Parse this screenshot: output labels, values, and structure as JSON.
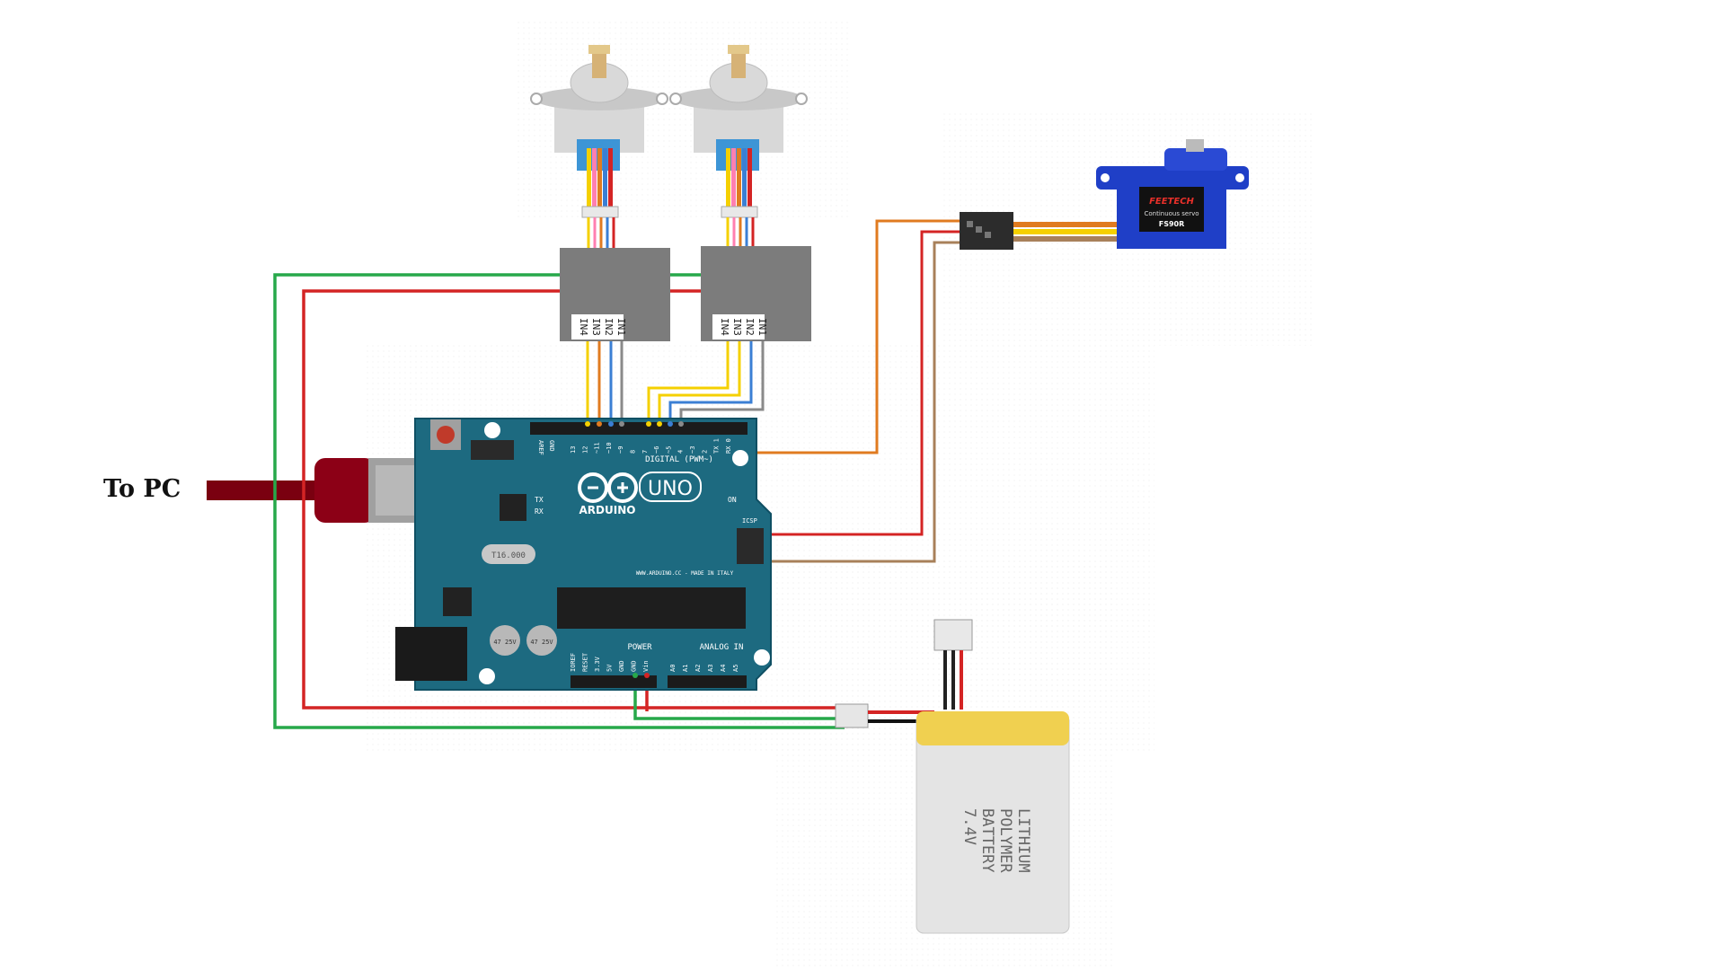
{
  "labels": {
    "to_pc": "To PC",
    "arduino_brand": "ARDUINO",
    "arduino_model": "UNO",
    "digital_header": "DIGITAL (PWM~)",
    "power_header": "POWER",
    "analog_header": "ANALOG IN",
    "website": "WWW.ARDUINO.CC - MADE IN ITALY",
    "on_led": "ON",
    "tx": "TX",
    "rx": "RX",
    "icsp": "ICSP",
    "crystal": "T16.000",
    "cap_label": "47 25V",
    "aref": "AREF",
    "gnd": "GND",
    "digital_pins": [
      "13",
      "12",
      "~11",
      "~10",
      "~9",
      "8",
      "7",
      "~6",
      "~5",
      "4",
      "~3",
      "2",
      "TX 1",
      "RX 0"
    ],
    "power_pins": [
      "IOREF",
      "RESET",
      "3.3V",
      "5V",
      "GND",
      "GND",
      "Vin"
    ],
    "analog_pins": [
      "A0",
      "A1",
      "A2",
      "A3",
      "A4",
      "A5"
    ],
    "driver_pins": [
      "IN4",
      "IN3",
      "IN2",
      "IN1"
    ],
    "servo_brand": "FEETECH",
    "servo_type": "Continuous servo",
    "servo_model": "FS90R",
    "battery_line1": "LITHIUM",
    "battery_line2": "POLYMER",
    "battery_line3": "BATTERY",
    "battery_line4": "7.4V"
  },
  "colors": {
    "board": "#1d6a80",
    "board_dark": "#0f4f63",
    "wire_red": "#d42424",
    "wire_green": "#27a84a",
    "wire_orange": "#e07b20",
    "wire_brown": "#a8805a",
    "wire_yellow": "#f5d000",
    "wire_blue": "#3b7fd4",
    "wire_gray": "#8a8a8a",
    "usb_cable": "#7a0010",
    "driver_box": "#7c7c7c",
    "servo_blue": "#1f3fc7",
    "battery_cap": "#f0d050",
    "battery_body": "#e4e4e4"
  }
}
